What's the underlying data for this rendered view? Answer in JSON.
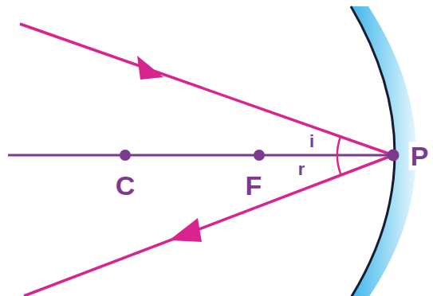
{
  "diagram": {
    "labels": [
      "C",
      "F",
      "i",
      "r",
      "P"
    ]
  }
}
